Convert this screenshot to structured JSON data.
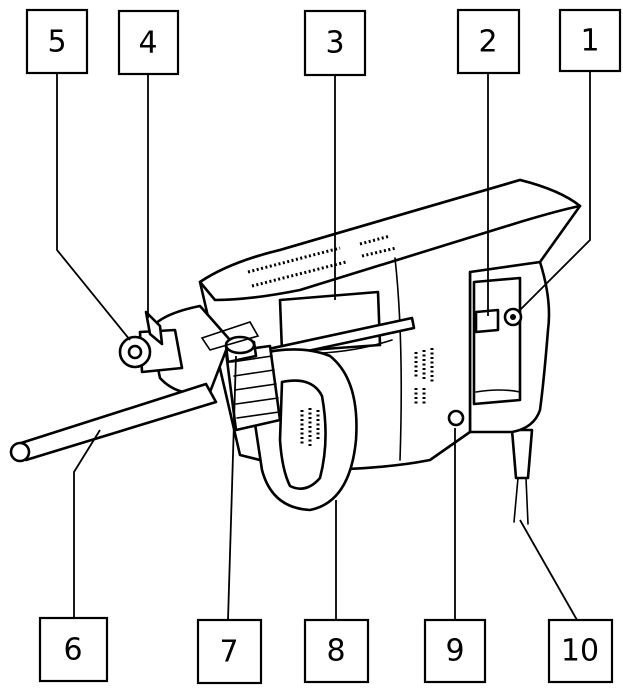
{
  "callouts": [
    {
      "id": "5",
      "label": "5"
    },
    {
      "id": "4",
      "label": "4"
    },
    {
      "id": "3",
      "label": "3"
    },
    {
      "id": "2",
      "label": "2"
    },
    {
      "id": "1",
      "label": "1"
    },
    {
      "id": "6",
      "label": "6"
    },
    {
      "id": "7",
      "label": "7"
    },
    {
      "id": "8",
      "label": "8"
    },
    {
      "id": "9",
      "label": "9"
    },
    {
      "id": "10",
      "label": "10"
    }
  ]
}
